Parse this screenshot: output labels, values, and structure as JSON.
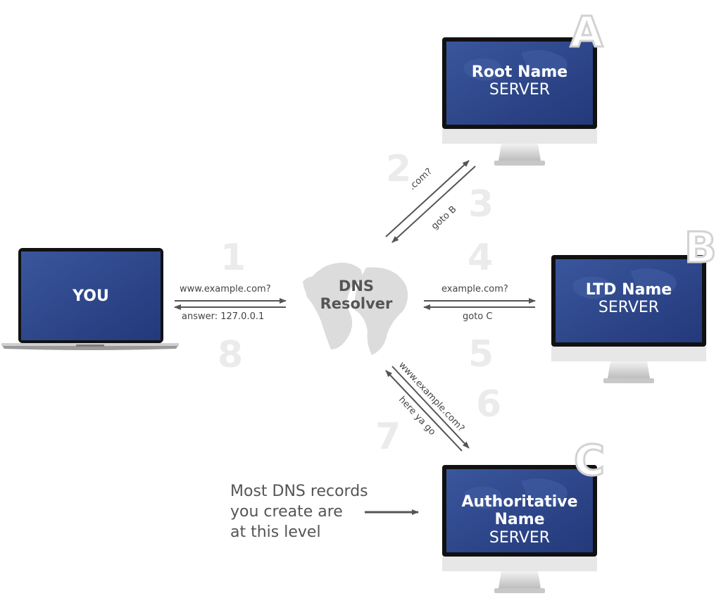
{
  "client": {
    "label": "YOU"
  },
  "resolver": {
    "line1": "DNS",
    "line2": "Resolver"
  },
  "servers": [
    {
      "letter": "A",
      "line1": "Root Name",
      "line2": "SERVER"
    },
    {
      "letter": "B",
      "line1": "LTD Name",
      "line2": "SERVER"
    },
    {
      "letter": "C",
      "line1": "Authoritative",
      "line1b": "Name",
      "line2": "SERVER"
    }
  ],
  "steps": [
    "1",
    "2",
    "3",
    "4",
    "5",
    "6",
    "7",
    "8"
  ],
  "arrows": {
    "client_query": "www.example.com?",
    "client_answer": "answer: 127.0.0.1",
    "root_query": ".com?",
    "root_answer": "goto B",
    "tld_query": "example.com?",
    "tld_answer": "goto C",
    "auth_query": "www.example.com?",
    "auth_answer": "here ya go"
  },
  "note": {
    "line1": "Most DNS records",
    "line2": "you create are",
    "line3": "at this level"
  },
  "colors": {
    "screen_blue": "#2f4a8f",
    "bezel": "#111111",
    "stand": "#d9d9d9",
    "arrow": "#555555",
    "globe": "#dcdcdc",
    "step_number": "#ebebeb"
  }
}
